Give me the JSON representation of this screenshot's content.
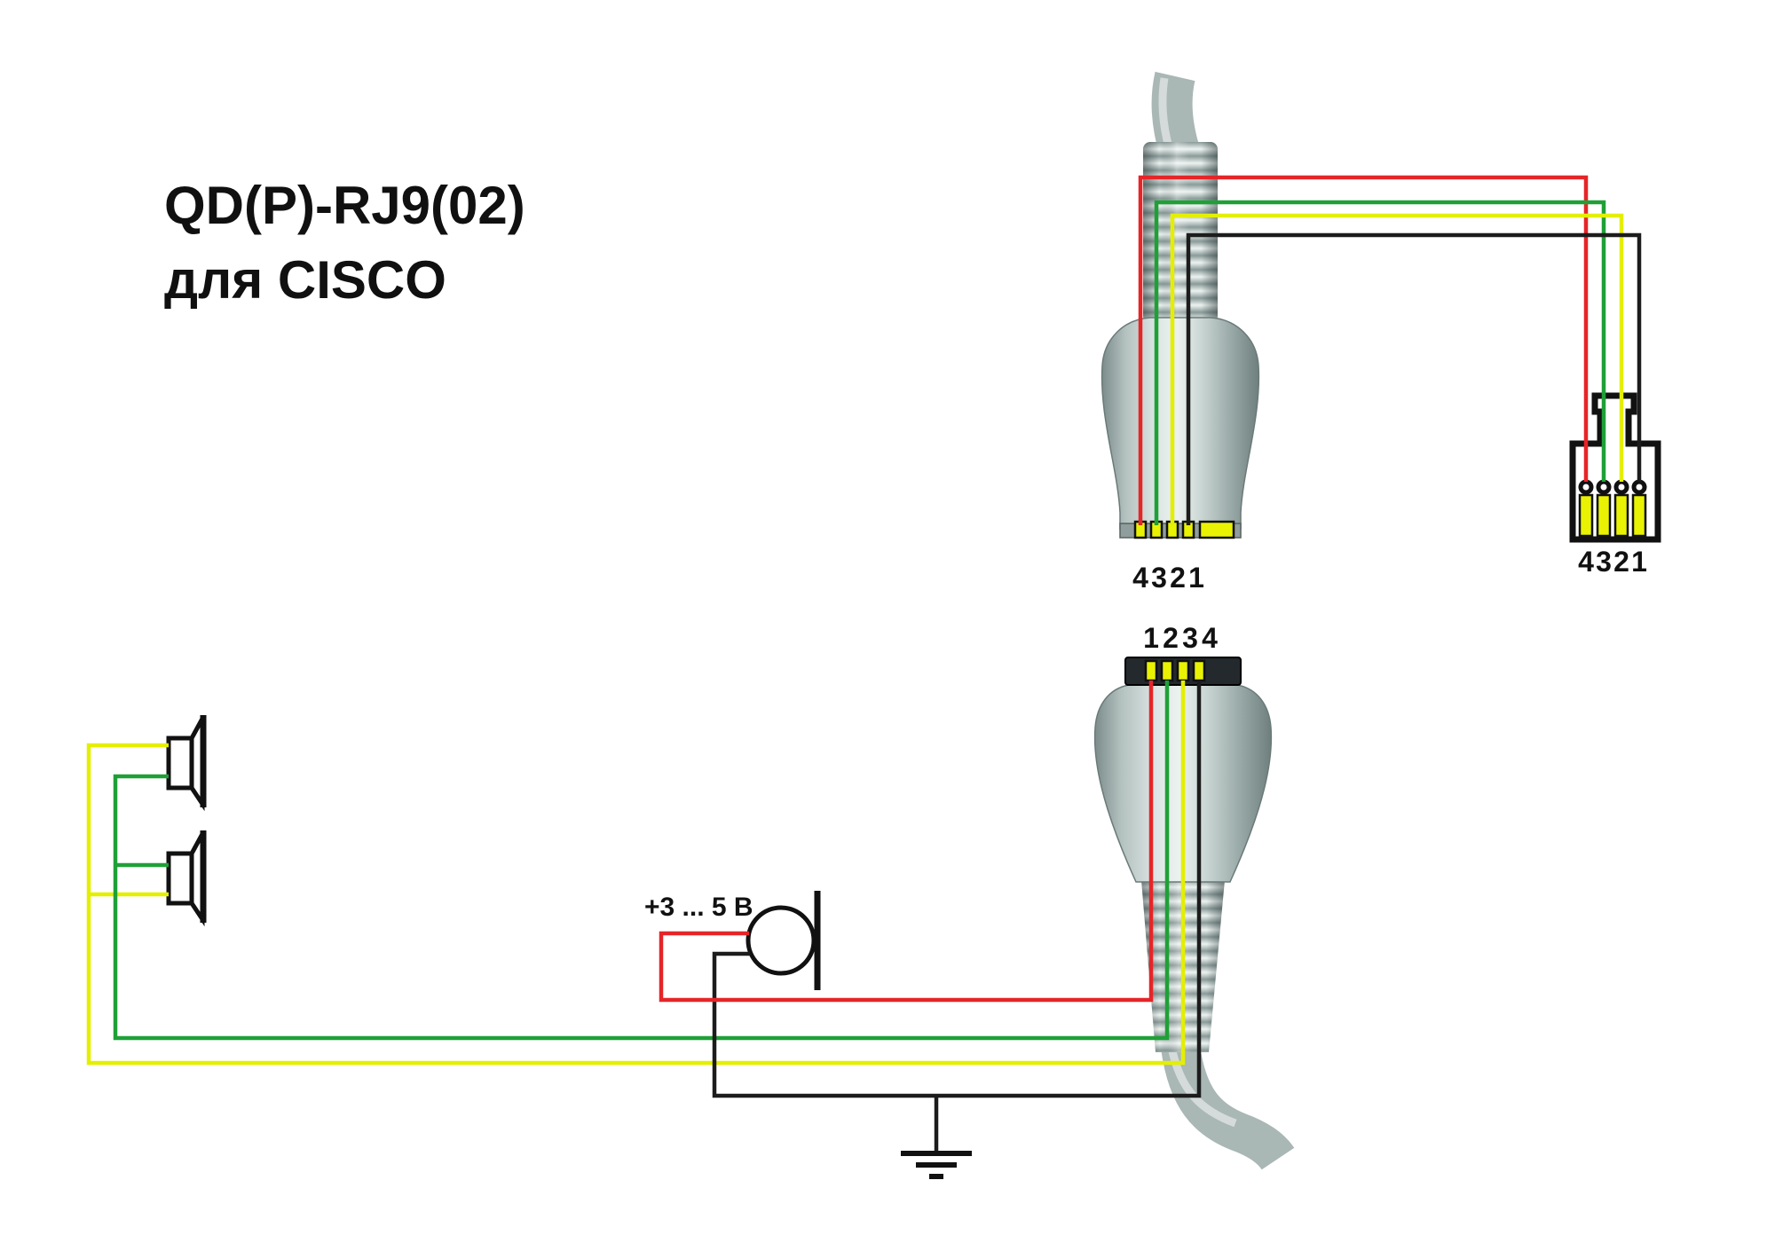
{
  "title": {
    "line1": "QD(P)-RJ9(02)",
    "line2": "для CISCO"
  },
  "connectors": {
    "qd_top": {
      "pin_labels": [
        "4",
        "3",
        "2",
        "1"
      ]
    },
    "qd_bottom": {
      "pin_labels": [
        "1",
        "2",
        "3",
        "4"
      ]
    },
    "rj9": {
      "pin_labels": [
        "4",
        "3",
        "2",
        "1"
      ]
    }
  },
  "microphone": {
    "voltage_label": "+3 ... 5 В"
  },
  "colors": {
    "wire_red": "#e52528",
    "wire_green": "#1fa037",
    "wire_yellow": "#e4ef00",
    "wire_black": "#1c1c1c",
    "contact_yellow": "#e9f203",
    "connector_gray": "#b7c6c4",
    "outline_black": "#111111"
  }
}
